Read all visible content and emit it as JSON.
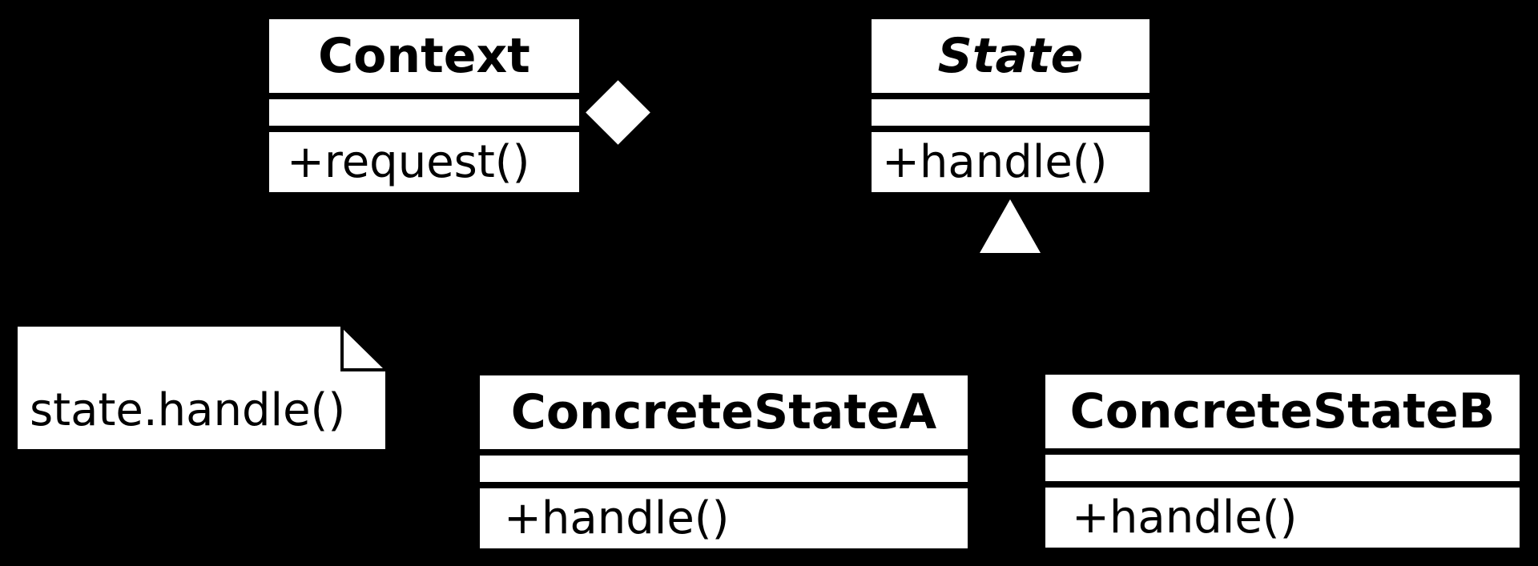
{
  "colors": {
    "background": "#000000",
    "shape_fill": "#ffffff",
    "text": "#000000"
  },
  "classes": {
    "context": {
      "name": "Context",
      "attributes": [],
      "methods": [
        "+request()"
      ]
    },
    "state": {
      "name": "State",
      "attributes": [],
      "methods": [
        "+handle()"
      ]
    },
    "concrete_state_a": {
      "name": "ConcreteStateA",
      "attributes": [],
      "methods": [
        "+handle()"
      ]
    },
    "concrete_state_b": {
      "name": "ConcreteStateB",
      "attributes": [],
      "methods": [
        "+handle()"
      ]
    }
  },
  "note": {
    "text": "state.handle()"
  },
  "icons": {
    "aggregation_diamond": "filled-diamond",
    "inheritance_triangle": "hollow-triangle"
  }
}
